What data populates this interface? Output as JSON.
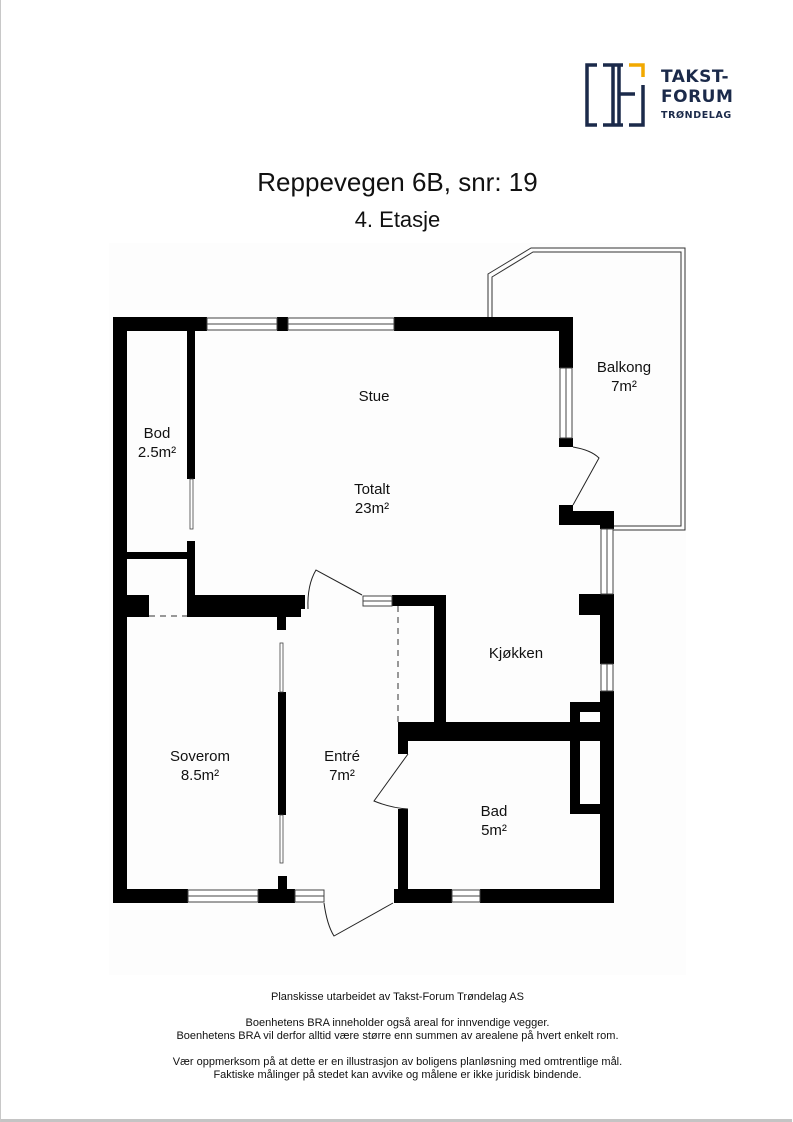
{
  "logo": {
    "line1": "TAKST-",
    "line2": "FORUM",
    "line3": "TRØNDELAG",
    "navy": "#1b2a4a",
    "accent": "#f2a900"
  },
  "header": {
    "title": "Reppevegen 6B, snr: 19",
    "floor": "4. Etasje"
  },
  "rooms": [
    {
      "name": "Balkong",
      "area": "7m²"
    },
    {
      "name": "Stue",
      "area": ""
    },
    {
      "name": "Bod",
      "area": "2.5m²"
    },
    {
      "name": "Totalt",
      "area": "23m²"
    },
    {
      "name": "Kjøkken",
      "area": ""
    },
    {
      "name": "Soverom",
      "area": "8.5m²"
    },
    {
      "name": "Entré",
      "area": "7m²"
    },
    {
      "name": "Bad",
      "area": "5m²"
    }
  ],
  "footer": {
    "credit": "Planskisse utarbeidet av Takst-Forum Trøndelag AS",
    "bra_line1": "Boenhetens BRA inneholder også areal for innvendige vegger.",
    "bra_line2": "Boenhetens BRA vil derfor alltid være større enn summen av arealene på hvert enkelt rom.",
    "disclaimer_line1": "Vær oppmerksom på at dette er en illustrasjon av boligens planløsning med omtrentlige mål.",
    "disclaimer_line2": "Faktiske målinger på stedet kan avvike og målene er ikke juridisk bindende."
  },
  "colors": {
    "wall": "#000000",
    "plan_background": "#fdfdfd",
    "text": "#111111"
  }
}
